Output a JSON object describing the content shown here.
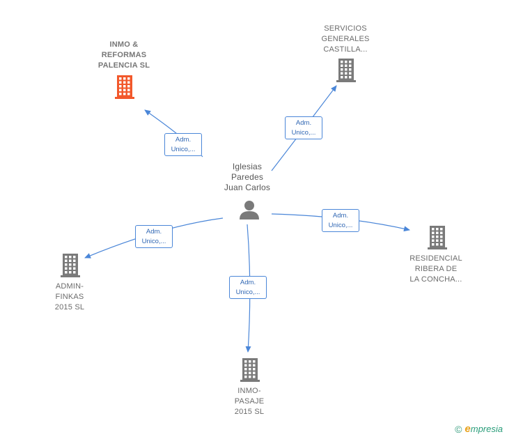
{
  "colors": {
    "edge": "#4a86d8",
    "node_default": "#7a7a7a",
    "node_highlight": "#f2582b",
    "person": "#7a7a7a"
  },
  "center": {
    "name": "Iglesias\nParedes\nJuan Carlos",
    "icon": "person-icon"
  },
  "companies": [
    {
      "id": "inmo-reformas",
      "name": "INMO &\nREFORMAS\nPALENCIA SL",
      "highlight": true,
      "icon": "building-icon",
      "relation": "Adm.\nUnico,..."
    },
    {
      "id": "servicios-generales",
      "name": "SERVICIOS\nGENERALES\nCASTILLA...",
      "highlight": false,
      "icon": "building-icon",
      "relation": "Adm.\nUnico,..."
    },
    {
      "id": "residencial-ribera",
      "name": "RESIDENCIAL\nRIBERA DE\nLA CONCHA...",
      "highlight": false,
      "icon": "building-icon",
      "relation": "Adm.\nUnico,..."
    },
    {
      "id": "admin-finkas",
      "name": "ADMIN-\nFINKAS\n2015 SL",
      "highlight": false,
      "icon": "building-icon",
      "relation": "Adm.\nUnico,..."
    },
    {
      "id": "inmo-pasaje",
      "name": "INMO-\nPASAJE\n2015 SL",
      "highlight": false,
      "icon": "building-icon",
      "relation": "Adm.\nUnico,..."
    }
  ],
  "brand": {
    "copyright": "©",
    "name_initial": "e",
    "name_rest": "mpresia"
  }
}
